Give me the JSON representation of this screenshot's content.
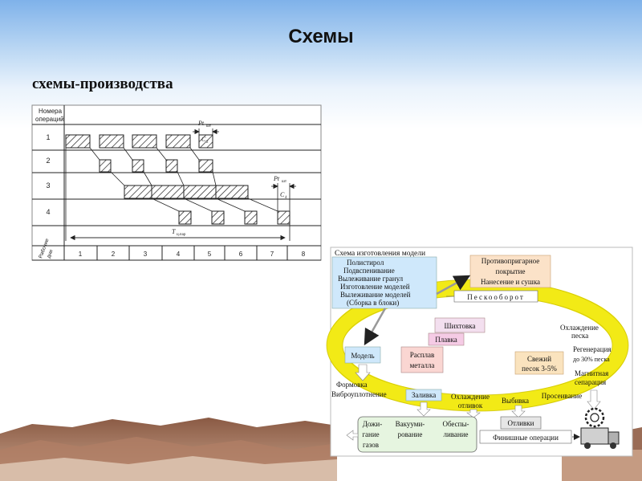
{
  "slide": {
    "title": "Схемы",
    "subtitle": "схемы-производства"
  },
  "gantt": {
    "header_line1": "Номера",
    "header_line2": "операций",
    "rows": [
      "1",
      "2",
      "3",
      "4"
    ],
    "days_line1": "Рабочие",
    "days_line2": "дни",
    "days": [
      "1",
      "2",
      "3",
      "4",
      "5",
      "6",
      "7",
      "8"
    ],
    "label_pt1": "Pt",
    "label_pt1_sub": "шт",
    "label_c2": "C",
    "label_c2_sub": "2",
    "label_pt4": "Pt",
    "label_pt4_sub": "шт",
    "label_c4": "C",
    "label_c4_sub": "4",
    "label_t": "T",
    "label_t_sub": "ц.пар"
  },
  "process": {
    "title": "Схема изготовления модели",
    "steps": [
      "Полистирол",
      "Подвспенивание",
      "Вылеживание гранул",
      "Изготовление моделей",
      "Вылеживание моделей",
      "(Сборка в блоки)"
    ],
    "coating_line1": "Противопригарное",
    "coating_line2": "покрытие",
    "coating_line3": "Нанесение и сушка",
    "sand_loop": "Пескооборот",
    "cooling_sand_1": "Охлаждение",
    "cooling_sand_2": "песка",
    "regen_1": "Регенерация",
    "regen_2": "до 30% песка",
    "magnetic_1": "Магнитная",
    "magnetic_2": "сепарация",
    "charge": "Шихтовка",
    "melt": "Плавка",
    "metal_1": "Расплав",
    "metal_2": "металла",
    "fresh_1": "Свежий",
    "fresh_2": "песок 3-5%",
    "model": "Модель",
    "molding_1": "Формовка",
    "molding_2": "Виброуплотнение",
    "pour": "Заливка",
    "cast_cool_1": "Охлаждение",
    "cast_cool_2": "отливок",
    "knockout": "Выбивка",
    "sieving": "Просеивание",
    "burn_1": "Дожи-",
    "burn_2": "гание",
    "burn_3": "газов",
    "vacuum_1": "Вакууми-",
    "vacuum_2": "рование",
    "dust_1": "Обеспы-",
    "dust_2": "ливание",
    "castings": "Отливки",
    "finishing": "Финишные операции"
  }
}
